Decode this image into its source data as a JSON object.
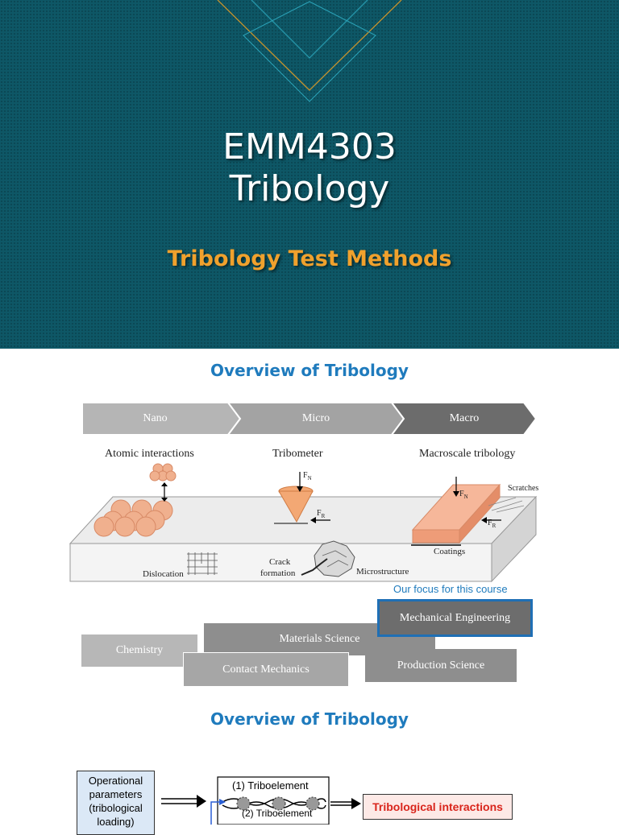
{
  "slide1": {
    "course_code": "EMM4303",
    "course_name": "Tribology",
    "subtitle": "Tribology Test Methods"
  },
  "slide2": {
    "heading": "Overview of Tribology",
    "scales": [
      "Nano",
      "Micro",
      "Macro"
    ],
    "labels": {
      "atomic": "Atomic interactions",
      "tribometer": "Tribometer",
      "macroscale": "Macroscale tribology",
      "fn": "F",
      "fn_sub": "N",
      "fr": "F",
      "fr_sub": "R",
      "scratches": "Scratches",
      "coatings": "Coatings",
      "dislocation": "Dislocation",
      "crack_1": "Crack",
      "crack_2": "formation",
      "microstructure": "Microstructure"
    },
    "focus_note": "Our focus for this course",
    "disciplines": {
      "mechanical": "Mechanical Engineering",
      "materials": "Materials Science",
      "chemistry": "Chemistry",
      "contact": "Contact Mechanics",
      "production": "Production Science"
    }
  },
  "slide3": {
    "heading": "Overview of Tribology",
    "operational": [
      "Operational",
      "parameters",
      "(tribological",
      "loading)"
    ],
    "triboelement_1": "(1) Triboelement",
    "triboelement_2": "(2) Triboelement",
    "interactions": "Tribological interactions"
  },
  "colors": {
    "slide_bg": "#0e5766",
    "subtitle": "#f0a12d",
    "heading_blue": "#1f7bbd",
    "interactions_red": "#d9251c"
  }
}
